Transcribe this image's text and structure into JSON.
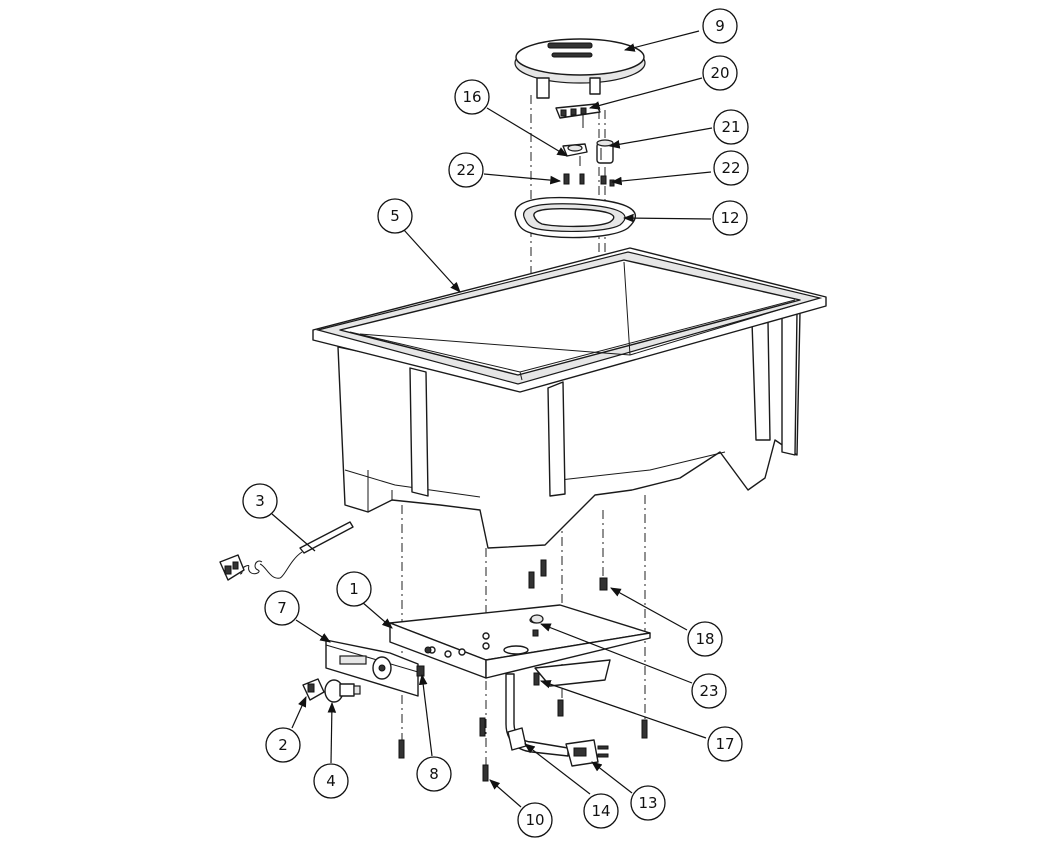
{
  "callouts": [
    {
      "id": "9",
      "label": "9"
    },
    {
      "id": "20",
      "label": "20"
    },
    {
      "id": "16",
      "label": "16"
    },
    {
      "id": "21",
      "label": "21"
    },
    {
      "id": "22a",
      "label": "22"
    },
    {
      "id": "22b",
      "label": "22"
    },
    {
      "id": "12",
      "label": "12"
    },
    {
      "id": "5",
      "label": "5"
    },
    {
      "id": "3",
      "label": "3"
    },
    {
      "id": "1",
      "label": "1"
    },
    {
      "id": "7",
      "label": "7"
    },
    {
      "id": "18",
      "label": "18"
    },
    {
      "id": "23",
      "label": "23"
    },
    {
      "id": "17",
      "label": "17"
    },
    {
      "id": "2",
      "label": "2"
    },
    {
      "id": "4",
      "label": "4"
    },
    {
      "id": "8",
      "label": "8"
    },
    {
      "id": "14",
      "label": "14"
    },
    {
      "id": "13",
      "label": "13"
    },
    {
      "id": "10",
      "label": "10"
    }
  ]
}
